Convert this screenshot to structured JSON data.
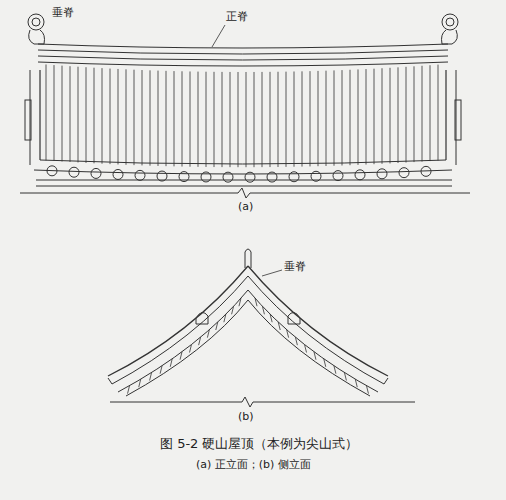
{
  "diagram": {
    "caption": "图 5-2 硬山屋顶（本例为尖山式）",
    "labels": [
      "垂脊",
      "正脊",
      "(a)",
      "垂脊",
      "(b)",
      "(a) 正立面；(b) 侧立面"
    ]
  }
}
